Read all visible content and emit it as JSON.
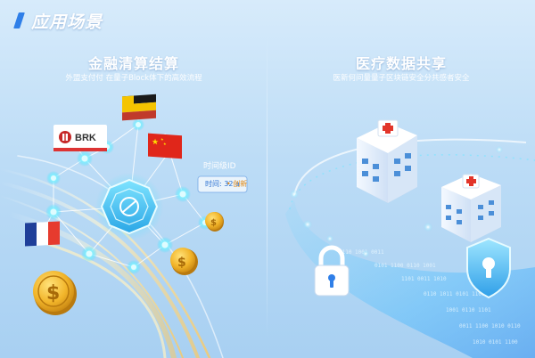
{
  "header": {
    "title": "应用场景"
  },
  "left": {
    "title": "金融清算结算",
    "subtitle": "外盟支付付 在量子Block体下的高效流程",
    "bank_label": "BRK",
    "float_label_1": "时间级ID",
    "float_label_2": "时间: 32 a",
    "float_label_3": "• 创新"
  },
  "right": {
    "title": "医疗数据共享",
    "subtitle": "医新何问量量子区块链安全分共感者安全"
  },
  "colors": {
    "accent": "#2f7fe8",
    "node": "#3fe0ff",
    "coin": "#f2b52a"
  }
}
